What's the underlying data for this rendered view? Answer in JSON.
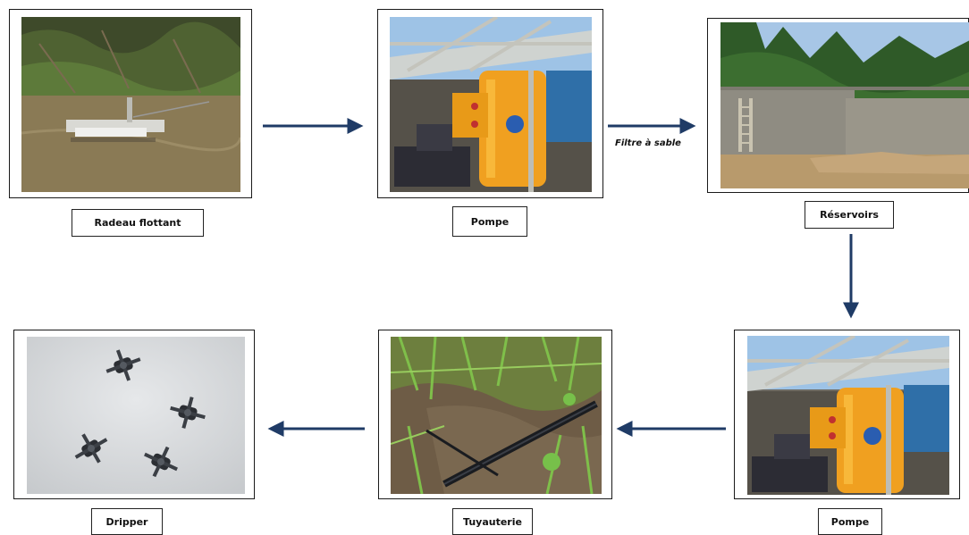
{
  "steps": {
    "raft": {
      "label": "Radeau flottant"
    },
    "pump1": {
      "label": "Pompe"
    },
    "reservoirs": {
      "label": "Réservoirs"
    },
    "pump2": {
      "label": "Pompe"
    },
    "piping": {
      "label": "Tuyauterie"
    },
    "dripper": {
      "label": "Dripper"
    }
  },
  "edges": {
    "pump_to_reservoirs": {
      "caption": "Filtre à sable"
    }
  },
  "colors": {
    "arrow": "#1f3b66",
    "frame": "#1a1a1a"
  }
}
